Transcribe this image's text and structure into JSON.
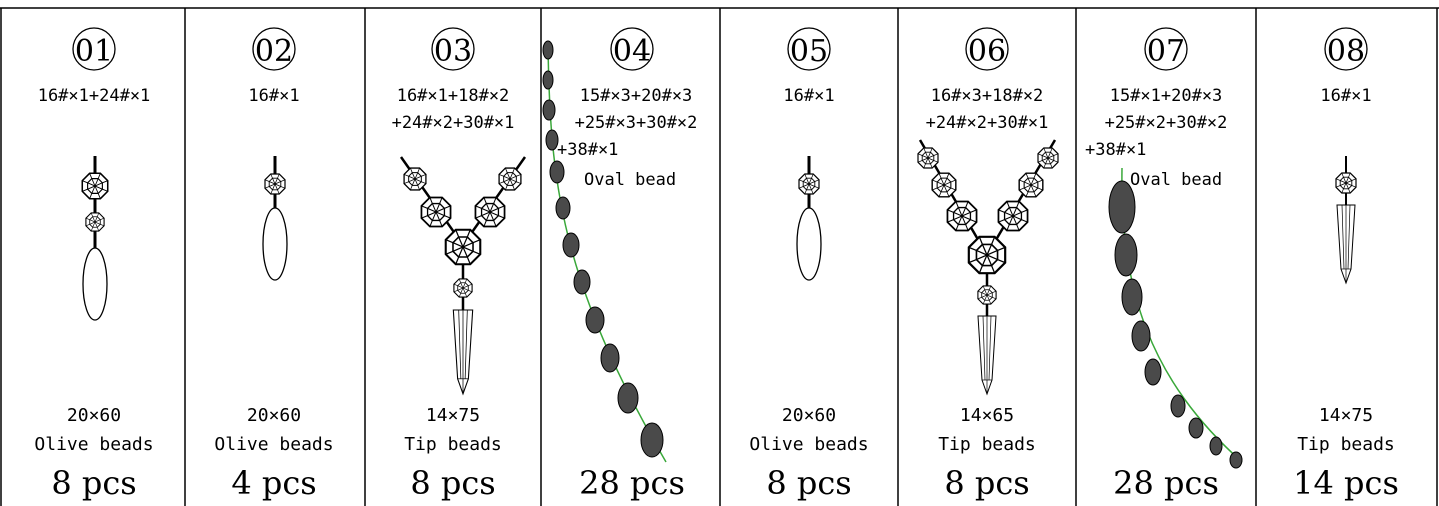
{
  "panels": [
    {
      "number": "01",
      "spec_lines": [
        "16#×1+24#×1"
      ],
      "size": "20×60",
      "bead_type": "Olive beads",
      "quantity": "8 pcs",
      "annotation": ""
    },
    {
      "number": "02",
      "spec_lines": [
        "16#×1"
      ],
      "size": "20×60",
      "bead_type": "Olive beads",
      "quantity": "4 pcs",
      "annotation": ""
    },
    {
      "number": "03",
      "spec_lines": [
        "16#×1+18#×2",
        "+24#×2+30#×1"
      ],
      "size": "14×75",
      "bead_type": "Tip beads",
      "quantity": "8 pcs",
      "annotation": ""
    },
    {
      "number": "04",
      "spec_lines": [
        "15#×3+20#×3",
        "+25#×3+30#×2",
        "+38#×1"
      ],
      "size": "",
      "bead_type": "",
      "quantity": "28 pcs",
      "annotation": "Oval bead"
    },
    {
      "number": "05",
      "spec_lines": [
        "16#×1"
      ],
      "size": "20×60",
      "bead_type": "Olive beads",
      "quantity": "8 pcs",
      "annotation": ""
    },
    {
      "number": "06",
      "spec_lines": [
        "16#×3+18#×2",
        "+24#×2+30#×1"
      ],
      "size": "14×65",
      "bead_type": "Tip beads",
      "quantity": "8 pcs",
      "annotation": ""
    },
    {
      "number": "07",
      "spec_lines": [
        "15#×1+20#×3",
        "+25#×2+30#×2",
        "+38#×1"
      ],
      "size": "",
      "bead_type": "",
      "quantity": "28 pcs",
      "annotation": "Oval bead"
    },
    {
      "number": "08",
      "spec_lines": [
        "16#×1"
      ],
      "size": "14×75",
      "bead_type": "Tip beads",
      "quantity": "14 pcs",
      "annotation": ""
    }
  ],
  "colors": {
    "line": "#000000",
    "chain_green": "#3aa83a",
    "bead_fill": "#4a4a4a",
    "background": "#ffffff"
  }
}
